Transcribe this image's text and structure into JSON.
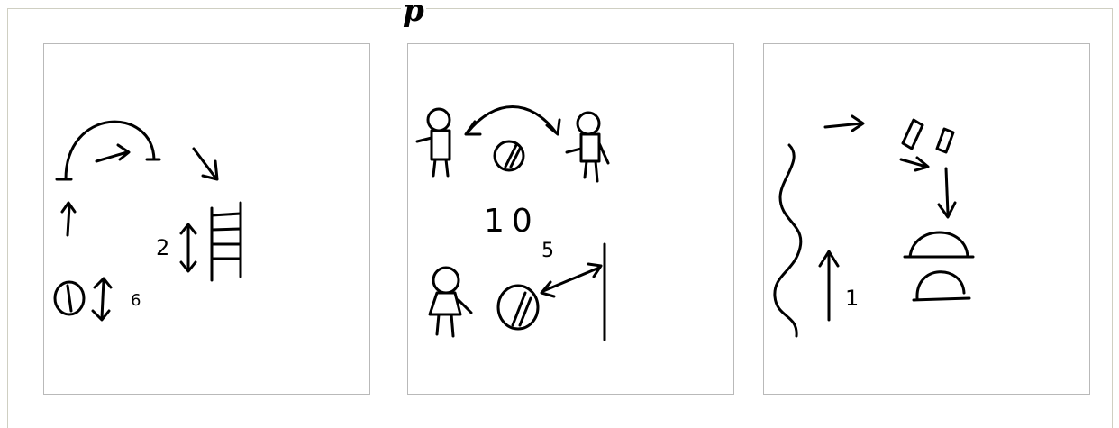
{
  "page": {
    "title_fragment": "p"
  },
  "panels": [
    {
      "id": "panel-1",
      "labels": {
        "height_number": "2",
        "bounce_number": "6"
      }
    },
    {
      "id": "panel-2",
      "labels": {
        "count_number": "10",
        "distance_number": "5"
      }
    },
    {
      "id": "panel-3",
      "labels": {
        "step_number": "1"
      }
    }
  ]
}
